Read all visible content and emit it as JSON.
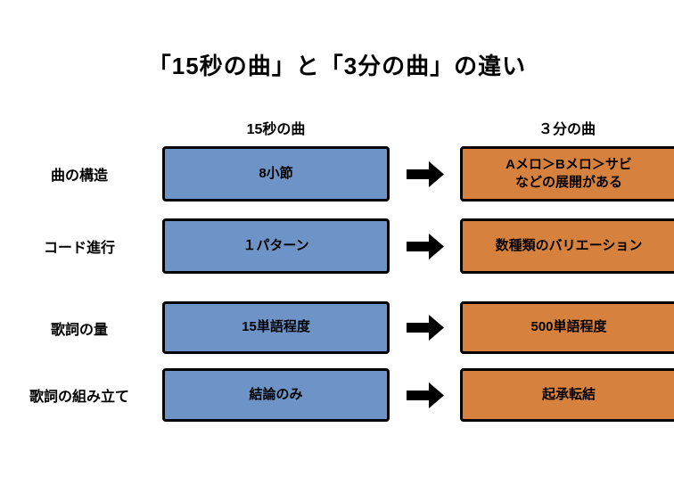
{
  "title": "「15秒の曲」と「3分の曲」の違い",
  "columns": {
    "left_header": "15秒の曲",
    "right_header": "３分の曲"
  },
  "rows": [
    {
      "label": "曲の構造",
      "left_value": "8小節",
      "right_value": "Aメロ＞Bメロ＞サビ\nなどの展開がある"
    },
    {
      "label": "コード進行",
      "left_value": "１パターン",
      "right_value": "数種類のバリエーション"
    },
    {
      "label": "歌詞の量",
      "left_value": "15単語程度",
      "right_value": "500単語程度"
    },
    {
      "label": "歌詞の組み立て",
      "left_value": "結論のみ",
      "right_value": "起承転結"
    }
  ],
  "icons": {
    "arrow": "right-block-arrow"
  },
  "colors": {
    "background": "#FFFFFF",
    "text": "#000000",
    "blue_box": "#6E94C7",
    "orange_box": "#D6813D",
    "box_border": "#000000",
    "arrow": "#000000"
  }
}
